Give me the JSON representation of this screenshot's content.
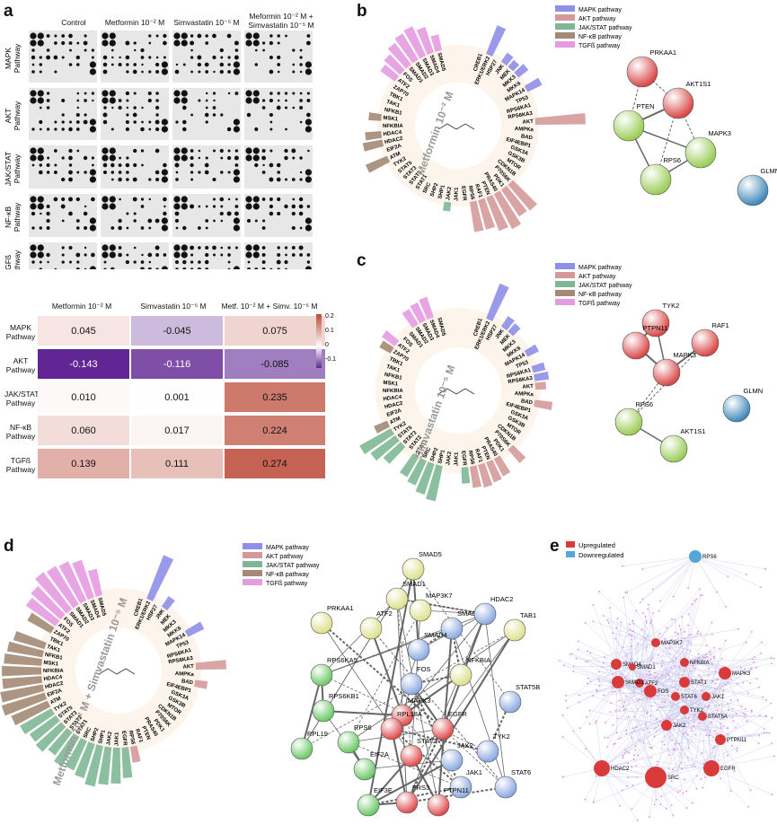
{
  "panels": {
    "a": "a",
    "b": "b",
    "c": "c",
    "d": "d",
    "e": "e"
  },
  "blots": {
    "columns": [
      "Control",
      "Metformin 10⁻² M",
      "Simvastatin 10⁻⁵ M",
      "Meformin 10⁻² M +\nSimvastatin 10⁻⁵ M"
    ],
    "rows": [
      "MAPK\nPathway",
      "AKT\nPathway",
      "JAK/STAT\nPathway",
      "NF-κB\nPathway",
      "TGFß\nPathway"
    ]
  },
  "heatmap": {
    "columns": [
      "Metformin 10⁻² M",
      "Simvastatin 10⁻⁵ M",
      "Metf. 10⁻² M + Simv. 10⁻⁵ M"
    ],
    "rows": [
      "MAPK\nPathway",
      "AKT\nPathway",
      "JAK/STAT\nPathway",
      "NF-κB\nPathway",
      "TGFß\nPathway"
    ],
    "values": [
      [
        "0.045",
        "-0.045",
        "0.075"
      ],
      [
        "-0.143",
        "-0.116",
        "-0.085"
      ],
      [
        "0.010",
        "0.001",
        "0.235"
      ],
      [
        "0.060",
        "0.017",
        "0.224"
      ],
      [
        "0.139",
        "0.111",
        "0.274"
      ]
    ],
    "scale_ticks": [
      "0.2",
      "0.1",
      "0",
      "-0.1"
    ]
  },
  "legend": [
    "MAPK pathway",
    "AKT pathway",
    "JAK/STAT pathway",
    "NF-κB pathway",
    "TGFß pathway"
  ],
  "legend_colors": [
    "#8f8fe8",
    "#d49a9a",
    "#7fb796",
    "#a38a74",
    "#e59be0"
  ],
  "circular_titles": {
    "b": "Metformin 10⁻² M",
    "c": "Simvastatin 10⁻⁵ M",
    "d": "Metformin 10⁻² M + Simvastatin 10⁻⁵ M"
  },
  "genes_b": [
    "CREB1",
    "ERK1/ERK2",
    "HSP27",
    "JNK",
    "MEK",
    "MKK3",
    "MKK6",
    "MAPK14",
    "TP53",
    "RPS6KA1",
    "RPS6KA3",
    "AKT",
    "AMPKa",
    "BAD",
    "EIF4EBP1",
    "GSK3A",
    "GSK3B",
    "MTOR",
    "CDKN1B",
    "P70S6K",
    "PDK1",
    "PRAS40",
    "PTEN",
    "RAF1",
    "RPS6",
    "EGFR",
    "JAK1",
    "JAK2",
    "SHP1",
    "SHP2",
    "SRC",
    "STAT1",
    "STAT2",
    "STAT3",
    "STAT5",
    "TYK2",
    "ATM",
    "EIF2A",
    "HDAC2",
    "HDAC4",
    "NFKBIA",
    "MSK1",
    "NFKB1",
    "TAK1",
    "TBK1",
    "ZAP70",
    "ATF2",
    "FOS",
    "SMAD1",
    "SMAD2",
    "SMAD3",
    "SMAD4",
    "SMAD5"
  ],
  "network_b": {
    "nodes": [
      "PRKAA1",
      "AKT1S1",
      "PTEN",
      "MAPK3",
      "RPS6",
      "GLMN"
    ]
  },
  "network_c": {
    "nodes": [
      "TYK2",
      "PTPN11",
      "RAF1",
      "MAPK3",
      "GLMN",
      "RPS6",
      "AKT1S1"
    ]
  },
  "network_d": {
    "nodes": [
      "SMAD5",
      "SMAD1",
      "MAP3K7",
      "PRKAA1",
      "ATF2",
      "SMAD2",
      "HDAC2",
      "TAB1",
      "SMAD4",
      "RPS6KA5",
      "FOS",
      "NFKBIA",
      "RPS6KB1",
      "MAPK3",
      "STAT5B",
      "RPL19",
      "RPL18A",
      "EGFR",
      "RPS6",
      "EIF2A",
      "STAT2",
      "JAK2",
      "TYK2",
      "JAK1",
      "STAT6",
      "EIF3E",
      "FRS3",
      "PTPN11"
    ]
  },
  "network_e": {
    "legend": [
      "Upregulated",
      "Downregulated"
    ],
    "nodes": [
      "RPS6",
      "MAP3K7",
      "SMAD4",
      "SMAD1",
      "NFKBIA",
      "MAPK3",
      "ATF2",
      "SMAD2",
      "FOS",
      "STAT1",
      "STAT6",
      "JAK1",
      "TYK2",
      "STAT5A",
      "JAK2",
      "PTPN11",
      "HDAC2",
      "SRC",
      "EGFR"
    ]
  }
}
